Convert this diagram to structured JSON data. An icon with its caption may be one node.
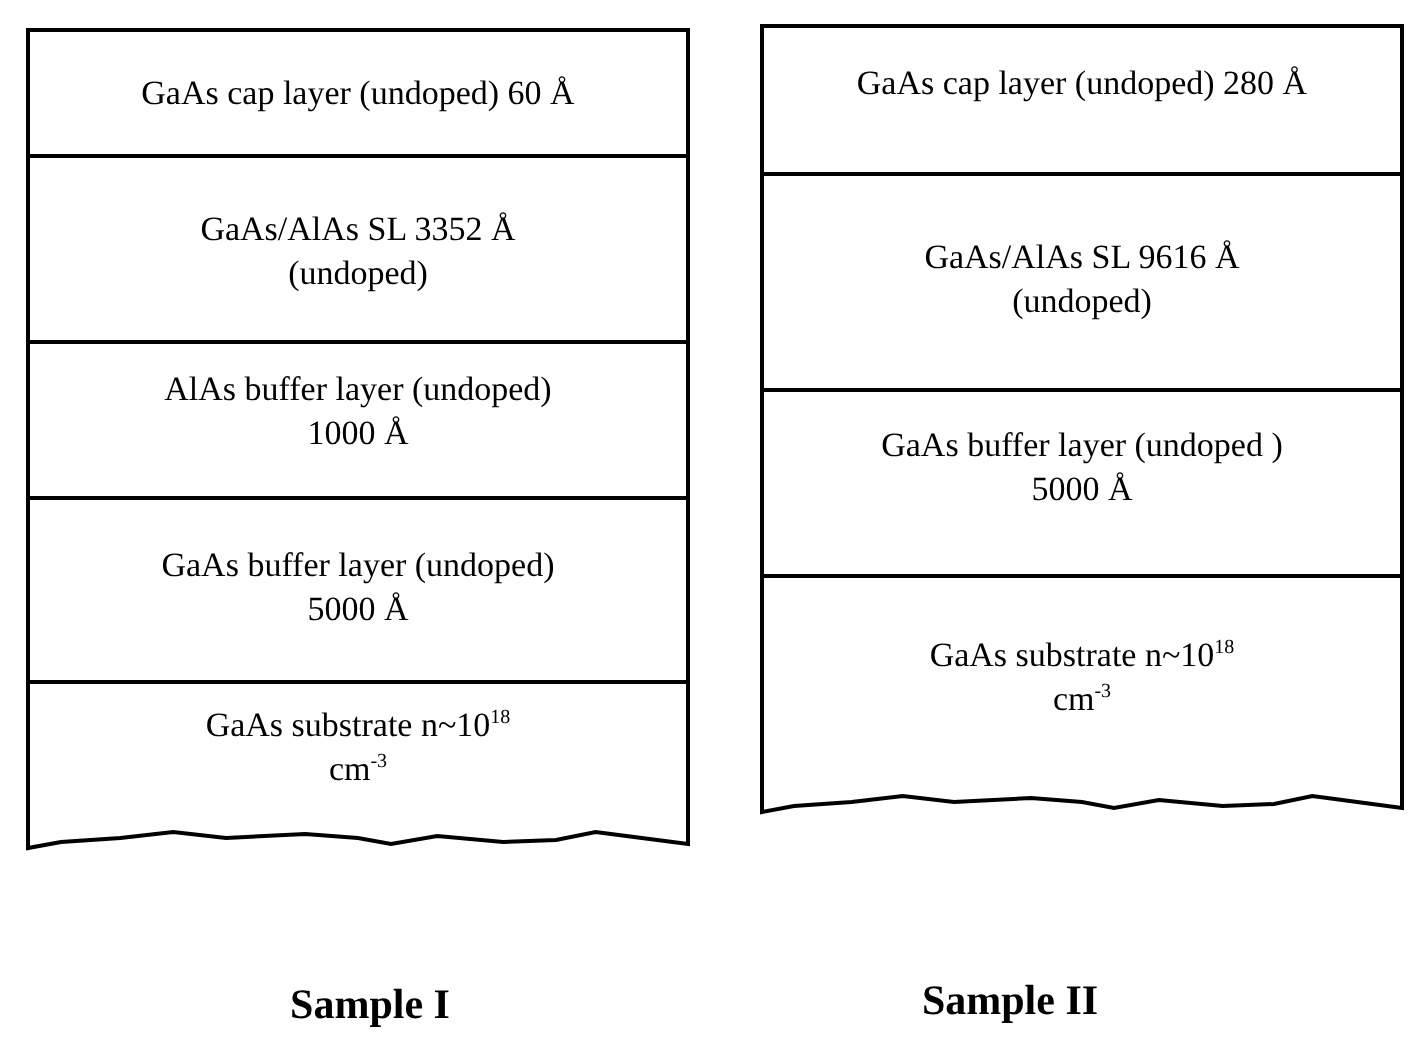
{
  "diagram": {
    "nodes": [
      {
        "text": [
          "GaAs cap layer (undoped) 60 Å"
        ]
      },
      {
        "text": [
          "GaAs/AlAs SL 3352 Å (undoped)"
        ]
      },
      {
        "text": [
          "AlAs buffer layer (undoped) 1000 Å"
        ]
      },
      {
        "text": [
          "GaAs buffer layer (undoped) 5000 Å"
        ]
      },
      {
        "text": [
          "GaAs substrate n~10$^{18}$ cm$^{-3}$"
        ]
      },
      {
        "text": [
          "GaAs cap layer (undoped) 280 Å"
        ]
      },
      {
        "text": [
          "GaAs/AlAs SL 9616 Å (undoped)"
        ]
      },
      {
        "text": [
          "GaAs buffer layer (undoped ) 5000 Å"
        ]
      },
      {
        "text": [
          "GaAs substrate n~10$^{18}$ cm$^{-3}$"
        ]
      }
    ],
    "labels": [
      "Sample I",
      "Sample II"
    ]
  }
}
